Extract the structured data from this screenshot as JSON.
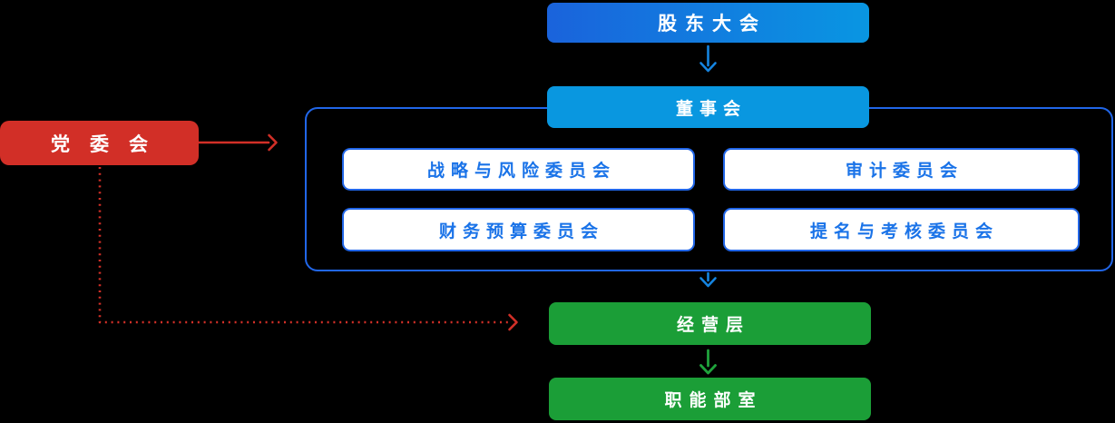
{
  "colors": {
    "background": "#000000",
    "shareholders_gradient_left": "#1A63DC",
    "shareholders_gradient_right": "#0996E2",
    "board_fill": "#0997E0",
    "container_border": "#2166E8",
    "committee_text": "#1A73E8",
    "blue_arrow": "#1584E0",
    "party_red": "#D22F27",
    "green_fill": "#1B9E37",
    "green_arrow": "#1FA33C",
    "box_text": "#FFFFFF"
  },
  "nodes": {
    "shareholders": {
      "label": "股东大会"
    },
    "board": {
      "label": "董事会"
    },
    "committees": [
      {
        "label": "战略与风险委员会"
      },
      {
        "label": "审计委员会"
      },
      {
        "label": "财务预算委员会"
      },
      {
        "label": "提名与考核委员会"
      }
    ],
    "party": {
      "label": "党委会"
    },
    "management": {
      "label": "经营层"
    },
    "departments": {
      "label": "职能部室"
    }
  }
}
